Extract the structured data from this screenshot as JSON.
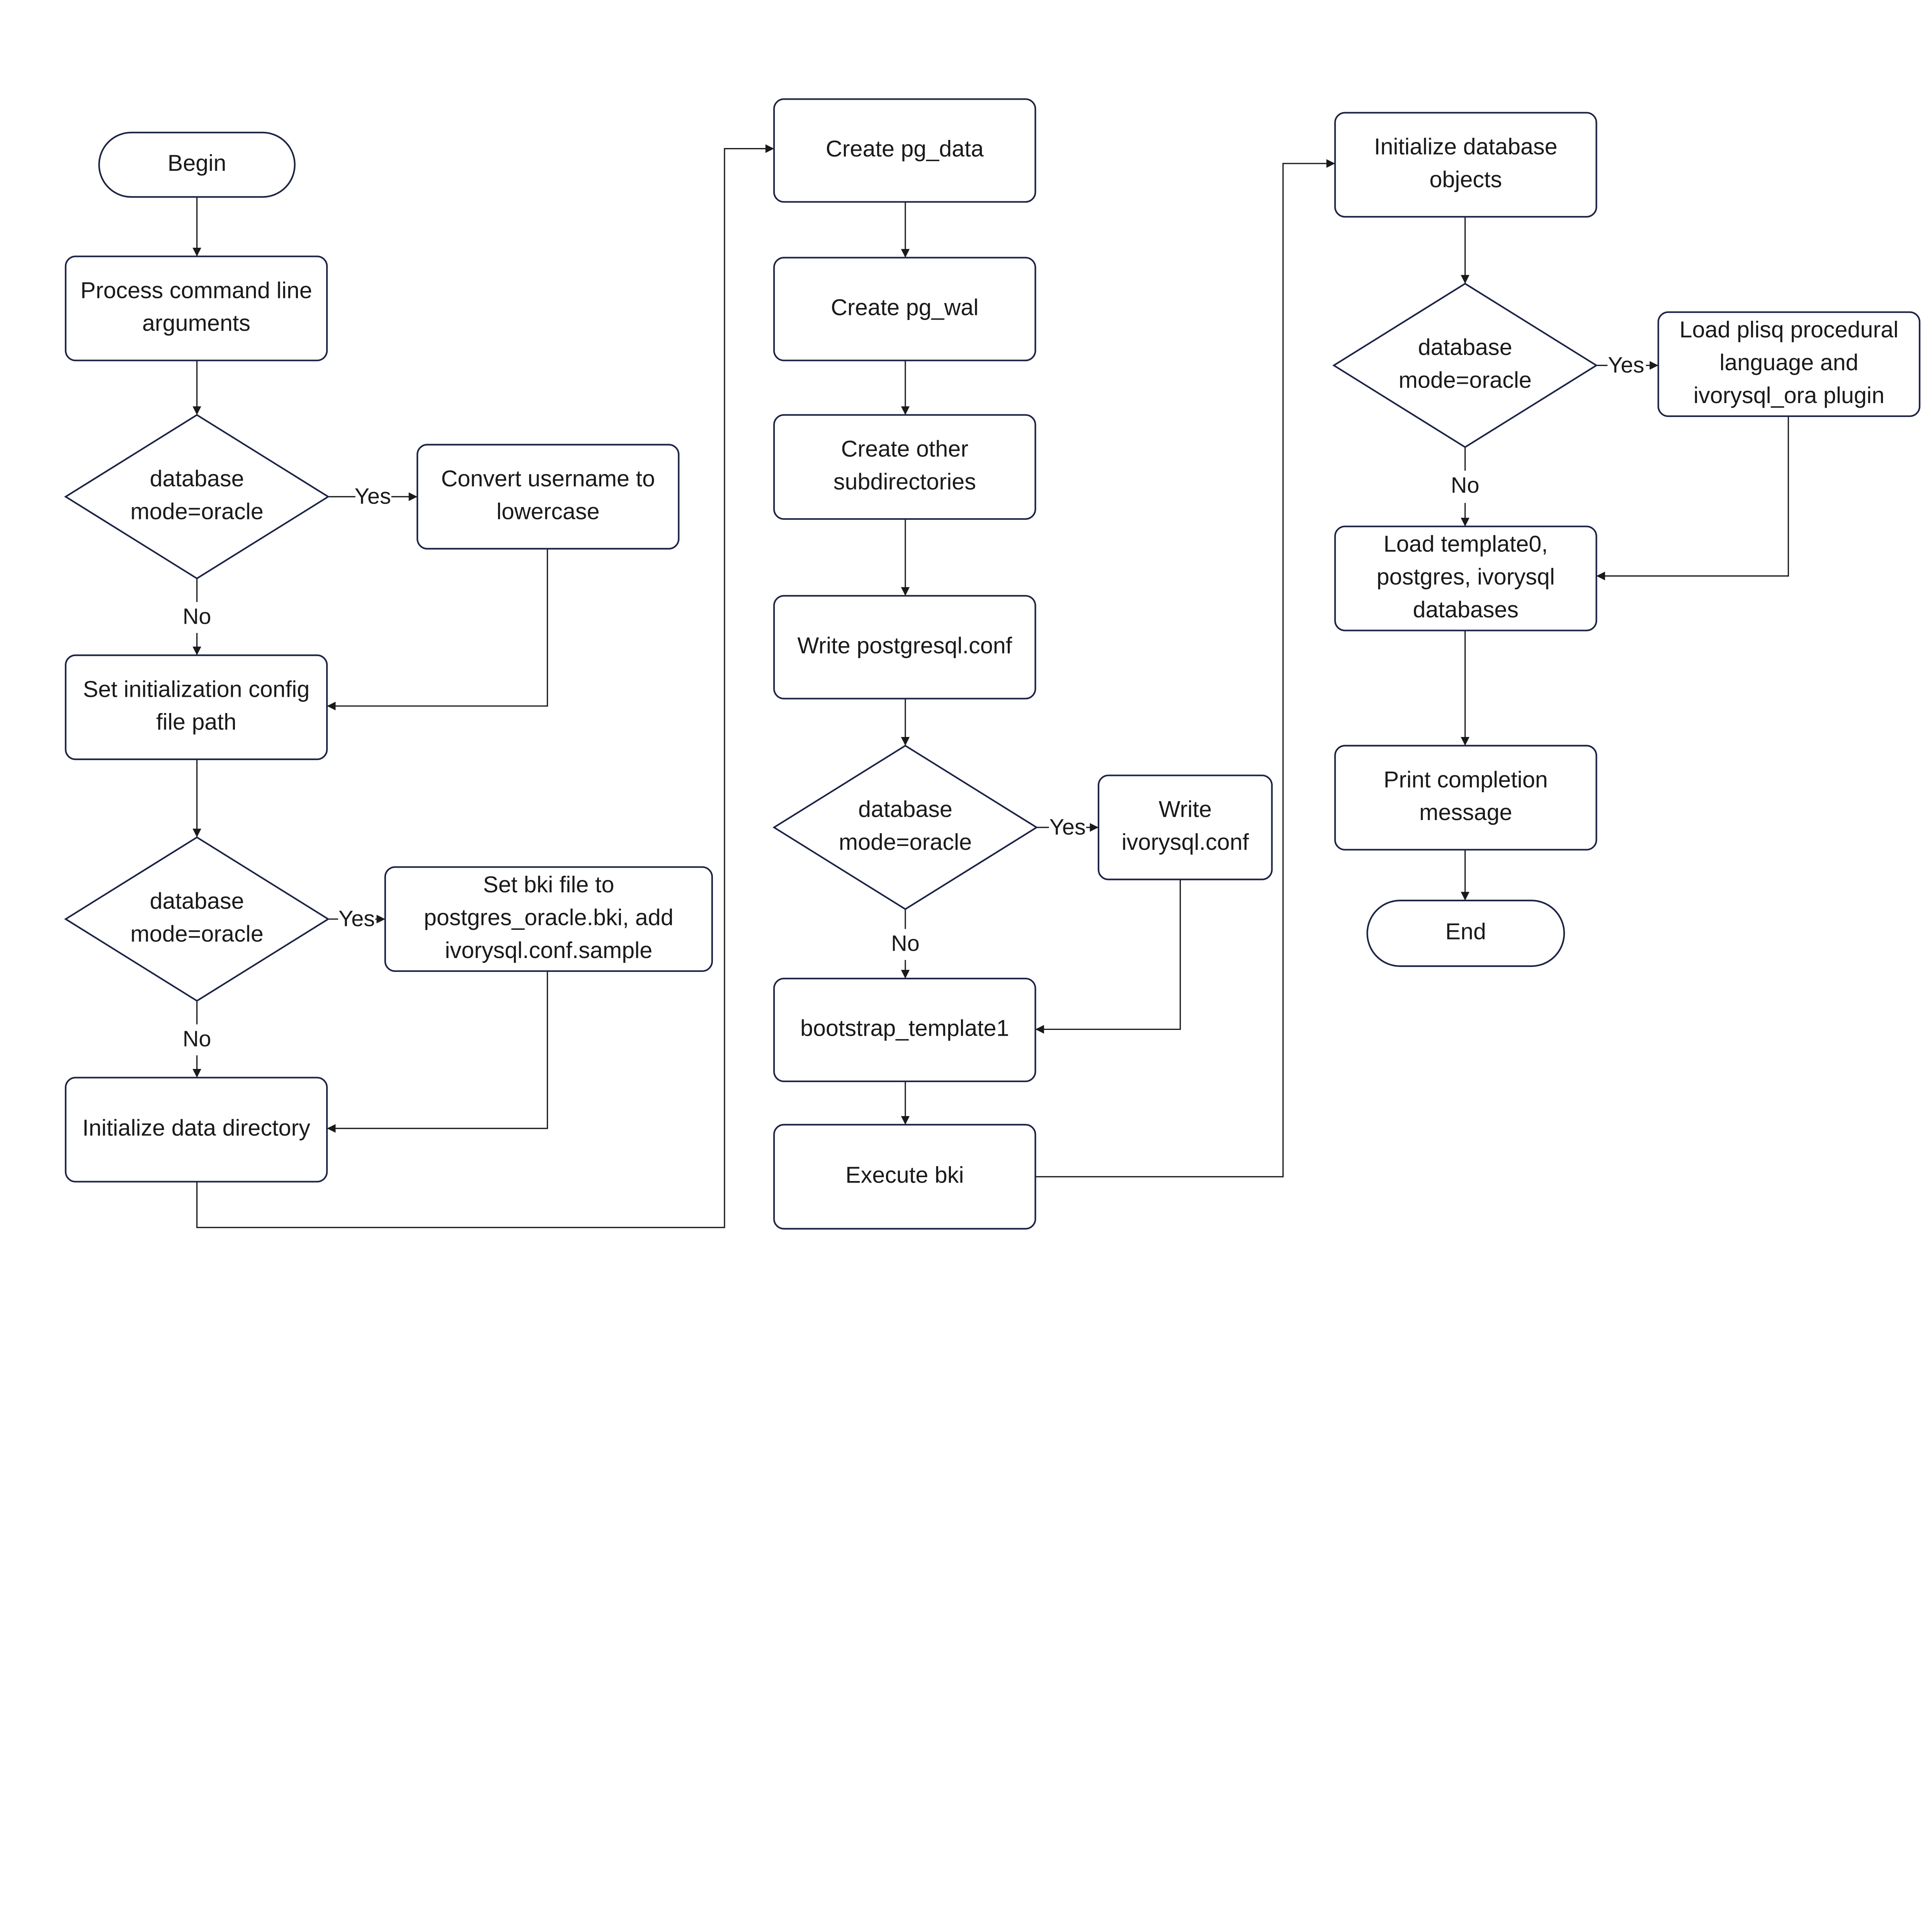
{
  "flowchart": {
    "nodes": {
      "begin": [
        "Begin"
      ],
      "process_args": [
        "Process command line",
        "arguments"
      ],
      "decision_1": [
        "database",
        "mode=oracle"
      ],
      "convert_username": [
        "Convert username to",
        "lowercase"
      ],
      "set_config_path": [
        "Set initialization config",
        "file path"
      ],
      "decision_2": [
        "database",
        "mode=oracle"
      ],
      "set_bki": [
        "Set bki file to",
        "postgres_oracle.bki, add",
        "ivorysql.conf.sample"
      ],
      "init_data_dir": [
        "Initialize data directory"
      ],
      "create_pg_data": [
        "Create pg_data"
      ],
      "create_pg_wal": [
        "Create pg_wal"
      ],
      "create_subdirs": [
        "Create other",
        "subdirectories"
      ],
      "write_postgresql_conf": [
        "Write postgresql.conf"
      ],
      "decision_3": [
        "database",
        "mode=oracle"
      ],
      "write_ivorysql_conf": [
        "Write",
        "ivorysql.conf"
      ],
      "bootstrap_template1": [
        "bootstrap_template1"
      ],
      "execute_bki": [
        "Execute bki"
      ],
      "init_db_objects": [
        "Initialize database",
        "objects"
      ],
      "decision_4": [
        "database",
        "mode=oracle"
      ],
      "load_plisql": [
        "Load plisq procedural",
        "language and",
        "ivorysql_ora plugin"
      ],
      "load_templates": [
        "Load template0,",
        "postgres, ivorysql",
        "databases"
      ],
      "print_completion": [
        "Print completion",
        "message"
      ],
      "end": [
        "End"
      ]
    },
    "edge_labels": {
      "yes": "Yes",
      "no": "No"
    },
    "colors": {
      "shape_stroke": "#1c2345",
      "line": "#1a1a1a"
    }
  }
}
